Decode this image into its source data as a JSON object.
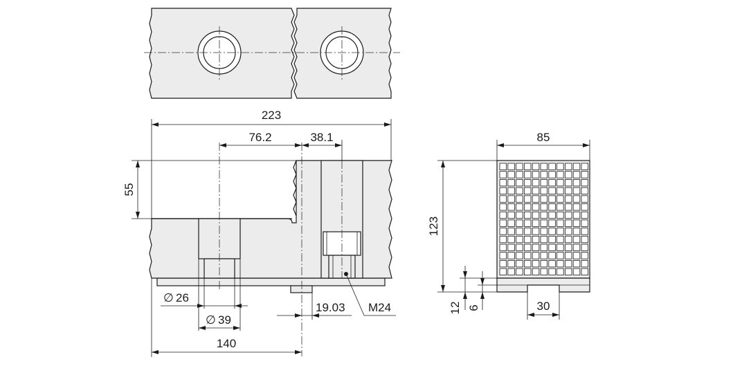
{
  "dimensions": {
    "overall_length": "223",
    "offset_76": "76.2",
    "offset_38": "38.1",
    "height_55": "55",
    "bore_small": "26",
    "bore_large": "39",
    "length_140": "140",
    "offset_19": "19.03",
    "thread": "M24",
    "width_85": "85",
    "height_123": "123",
    "step_12": "12",
    "step_6": "6",
    "slot_30": "30"
  },
  "symbols": {
    "diameter": "∅"
  }
}
